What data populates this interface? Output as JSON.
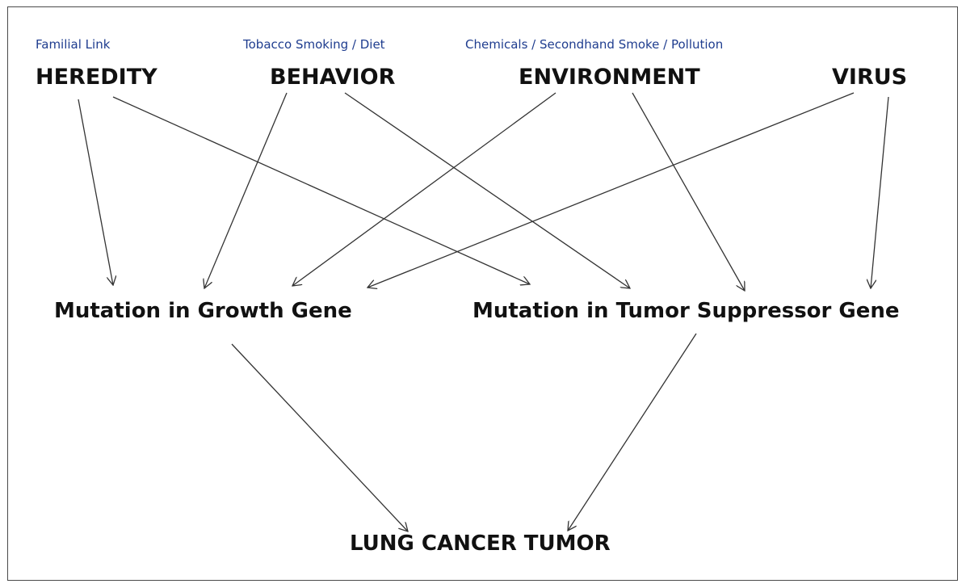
{
  "diagram": {
    "causes": [
      {
        "id": "heredity",
        "label": "HEREDITY",
        "sublabel": "Familial Link"
      },
      {
        "id": "behavior",
        "label": "BEHAVIOR",
        "sublabel": "Tobacco Smoking / Diet"
      },
      {
        "id": "environment",
        "label": "ENVIRONMENT",
        "sublabel": "Chemicals / Secondhand Smoke / Pollution"
      },
      {
        "id": "virus",
        "label": "VIRUS"
      }
    ],
    "mutations": [
      {
        "id": "growth",
        "label": "Mutation in Growth Gene"
      },
      {
        "id": "suppressor",
        "label": "Mutation in Tumor Suppressor Gene"
      }
    ],
    "outcome": {
      "id": "tumor",
      "label": "LUNG CANCER TUMOR"
    },
    "edges": [
      {
        "from": "heredity",
        "to": "growth"
      },
      {
        "from": "heredity",
        "to": "suppressor"
      },
      {
        "from": "behavior",
        "to": "growth"
      },
      {
        "from": "behavior",
        "to": "suppressor"
      },
      {
        "from": "environment",
        "to": "growth"
      },
      {
        "from": "environment",
        "to": "suppressor"
      },
      {
        "from": "virus",
        "to": "growth"
      },
      {
        "from": "virus",
        "to": "suppressor"
      },
      {
        "from": "growth",
        "to": "tumor"
      },
      {
        "from": "suppressor",
        "to": "tumor"
      }
    ],
    "colors": {
      "sublabel": "#1f3d8f",
      "label": "#111111",
      "arrow": "#333333",
      "border": "#4a4a4a"
    }
  }
}
